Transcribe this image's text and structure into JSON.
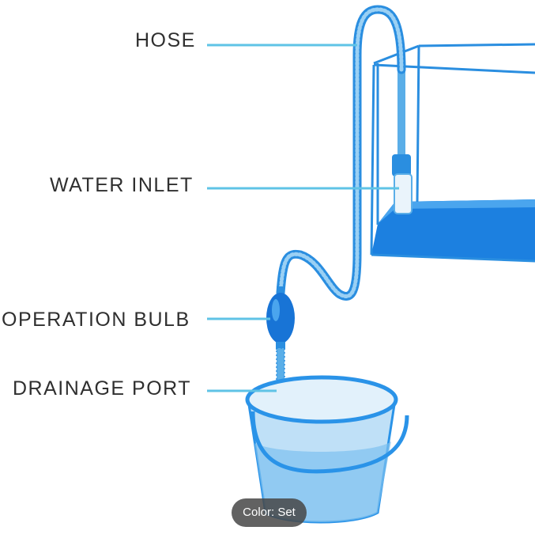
{
  "labels": {
    "hose": "HOSE",
    "water_inlet": "WATER INLET",
    "operation_bulb": "OPERATION BULB",
    "drainage_port": "DRAINAGE PORT"
  },
  "badge": {
    "text": "Color: Set"
  },
  "colors": {
    "accent": "#2a93e8",
    "leader_line": "#5fc3e6",
    "hose": "#5aaee8",
    "bucket_fill": "#bfe0f7",
    "water": "#1c80e0",
    "label_text": "#2f2f2f"
  }
}
